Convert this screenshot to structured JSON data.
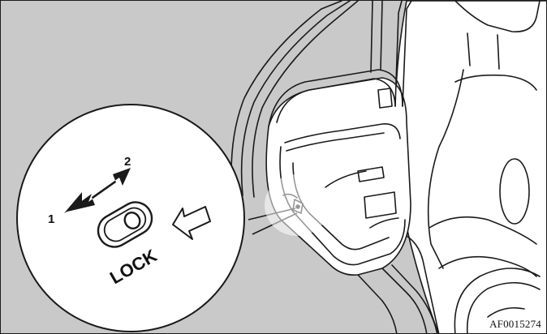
{
  "figure": {
    "callouts": {
      "position_1": "1",
      "position_2": "2"
    },
    "lock_label": "LOCK",
    "reference_code": "AF0015274"
  },
  "colors": {
    "background": "#c9c9c9",
    "line": "#1a1a1a",
    "fill": "#ffffff"
  }
}
